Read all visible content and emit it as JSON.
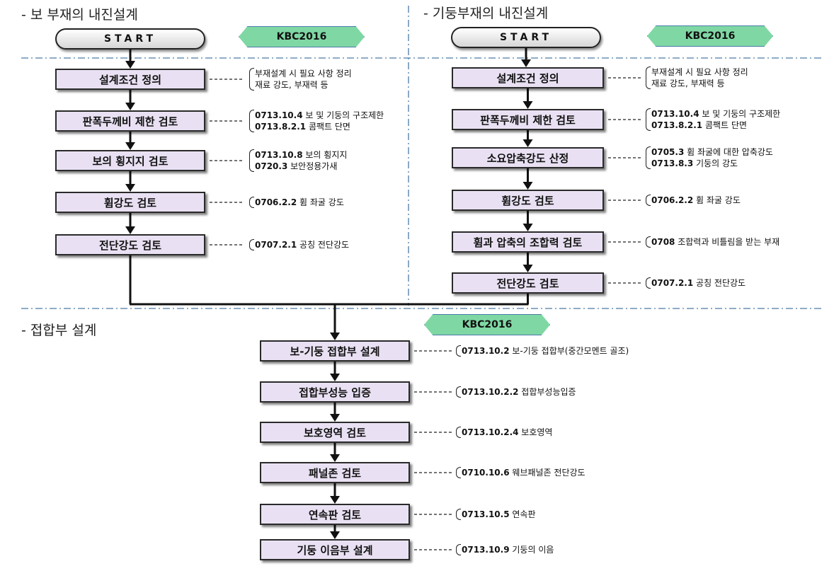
{
  "sections": {
    "beam": "- 보 부재의 내진설계",
    "column": "- 기둥부재의 내진설계",
    "joint": "- 접합부 설계"
  },
  "start_label": "START",
  "kbc_label": "KBC2016",
  "beam_steps": [
    "설계조건 정의",
    "판폭두께비 제한 검토",
    "보의 횡지지 검토",
    "휨강도 검토",
    "전단강도 검토"
  ],
  "beam_notes": [
    [
      {
        "code": "",
        "text": "부재설계 시 필요 사항 정리"
      },
      {
        "code": "",
        "text": "재료 강도, 부재력 등"
      }
    ],
    [
      {
        "code": "0713.10.4",
        "text": " 보 및 기둥의 구조제한"
      },
      {
        "code": "0713.8.2.1",
        "text": " 콤팩트 단면"
      }
    ],
    [
      {
        "code": "0713.10.8",
        "text": " 보의 횡지지"
      },
      {
        "code": "0720.3",
        "text": " 보안정용가새"
      }
    ],
    [
      {
        "code": "0706.2.2",
        "text": " 휨 좌굴 강도"
      }
    ],
    [
      {
        "code": "0707.2.1",
        "text": " 공칭 전단강도"
      }
    ]
  ],
  "column_steps": [
    "설계조건 정의",
    "판폭두께비 제한 검토",
    "소요압축강도 산정",
    "휨강도 검토",
    "휨과 압축의 조합력 검토",
    "전단강도 검토"
  ],
  "column_notes": [
    [
      {
        "code": "",
        "text": "부재설계 시 필요 사항 정리"
      },
      {
        "code": "",
        "text": "재료 강도, 부재력 등"
      }
    ],
    [
      {
        "code": "0713.10.4",
        "text": " 보 및 기둥의 구조제한"
      },
      {
        "code": "0713.8.2.1",
        "text": " 콤팩트 단면"
      }
    ],
    [
      {
        "code": "0705.3",
        "text": " 휨 좌굴에 대한 압축강도"
      },
      {
        "code": "0713.8.3",
        "text": " 기둥의 강도"
      }
    ],
    [
      {
        "code": "0706.2.2",
        "text": " 휨 좌굴 강도"
      }
    ],
    [
      {
        "code": "0708",
        "text": " 조합력과 비틀림을 받는 부재"
      }
    ],
    [
      {
        "code": "0707.2.1",
        "text": " 공칭 전단강도"
      }
    ]
  ],
  "joint_steps": [
    "보-기둥 접합부 설계",
    "접합부성능 입증",
    "보호영역 검토",
    "패널존 검토",
    "연속판 검토",
    "기둥 이음부 설계"
  ],
  "joint_notes": [
    [
      {
        "code": "0713.10.2",
        "text": " 보-기둥 접합부(중간모멘트 골조)"
      }
    ],
    [
      {
        "code": "0713.10.2.2",
        "text": " 접합부성능입증"
      }
    ],
    [
      {
        "code": "0713.10.2.4",
        "text": " 보호영역"
      }
    ],
    [
      {
        "code": "0710.10.6",
        "text": " 웨브패널존 전단강도"
      }
    ],
    [
      {
        "code": "0713.10.5",
        "text": " 연속판"
      }
    ],
    [
      {
        "code": "0713.10.9",
        "text": " 기둥의 이음"
      }
    ]
  ],
  "colors": {
    "step_fill": "#e9e1f3",
    "kbc_fill": "#7fd8a4",
    "divider": "#4a7aa8"
  }
}
